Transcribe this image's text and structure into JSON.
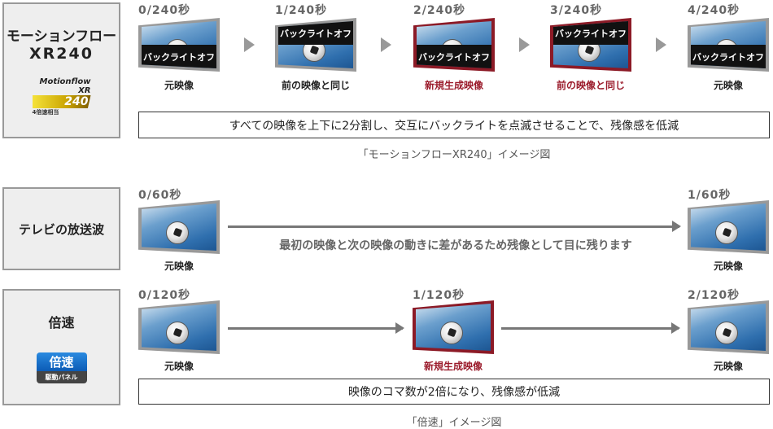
{
  "xr240": {
    "title_line1": "モーションフロー",
    "title_line2": "XR240",
    "logo_text": "Motionflow XR",
    "logo_num": "240",
    "logo_sub": "4倍速相当",
    "frames": [
      {
        "time": "0/240秒",
        "caption": "元映像",
        "backlight": "bottom",
        "highlight": false
      },
      {
        "time": "1/240秒",
        "caption": "前の映像と同じ",
        "backlight": "top",
        "highlight": false
      },
      {
        "time": "2/240秒",
        "caption": "新規生成映像",
        "backlight": "bottom",
        "highlight": true
      },
      {
        "time": "3/240秒",
        "caption": "前の映像と同じ",
        "backlight": "top",
        "highlight": true
      },
      {
        "time": "4/240秒",
        "caption": "元映像",
        "backlight": "bottom",
        "highlight": false
      }
    ],
    "backlight_label": "バックライトオフ",
    "description": "すべての映像を上下に2分割し、交互にバックライトを点滅させることで、残像感を低減",
    "figure_caption": "「モーションフローXR240」イメージ図"
  },
  "broadcast": {
    "title": "テレビの放送波",
    "frames": [
      {
        "time": "0/60秒",
        "caption": "元映像"
      },
      {
        "time": "1/60秒",
        "caption": "元映像"
      }
    ],
    "arrow_text": "最初の映像と次の映像の動きに差があるため残像として目に残ります"
  },
  "double_speed": {
    "title": "倍速",
    "badge_top": "倍速",
    "badge_bottom": "駆動パネル",
    "frames": [
      {
        "time": "0/120秒",
        "caption": "元映像",
        "highlight": false
      },
      {
        "time": "1/120秒",
        "caption": "新規生成映像",
        "highlight": true
      },
      {
        "time": "2/120秒",
        "caption": "元映像",
        "highlight": false
      }
    ],
    "description": "映像のコマ数が2倍になり、残像感が低減",
    "figure_caption": "「倍速」イメージ図"
  },
  "colors": {
    "highlight": "#9b1c2c",
    "frame": "#999999"
  }
}
